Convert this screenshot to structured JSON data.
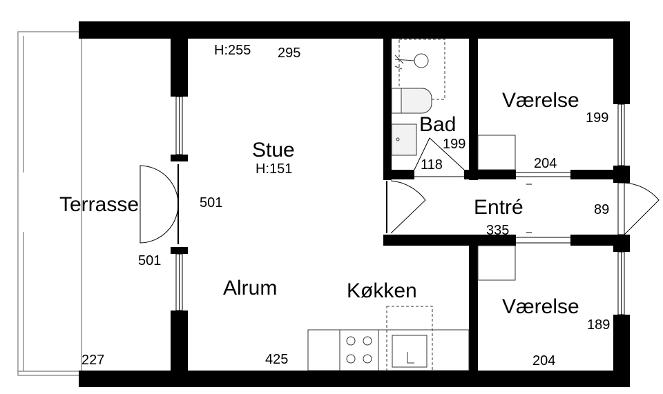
{
  "rooms": {
    "terrasse": "Terrasse",
    "stue": "Stue",
    "alrum": "Alrum",
    "kokken": "Køkken",
    "bad": "Bad",
    "vaerelse_top": "Værelse",
    "vaerelse_bottom": "Værelse",
    "entre": "Entré"
  },
  "dimensions": {
    "stue_height": "H:255",
    "stue_width": "295",
    "stue_ceiling": "H:151",
    "stue_depth": "501",
    "terrasse_depth": "501",
    "terrasse_width": "227",
    "alrum_width": "425",
    "bad_depth": "199",
    "bad_width": "118",
    "vaerelse_top_depth": "199",
    "vaerelse_top_width": "204",
    "entre_depth": "89",
    "entre_width": "335",
    "vaerelse_bottom_depth": "189",
    "vaerelse_bottom_width": "204"
  },
  "colors": {
    "wall": "#000000",
    "background": "#ffffff",
    "fixture_fill": "#f2f2f2",
    "line": "#555555"
  }
}
